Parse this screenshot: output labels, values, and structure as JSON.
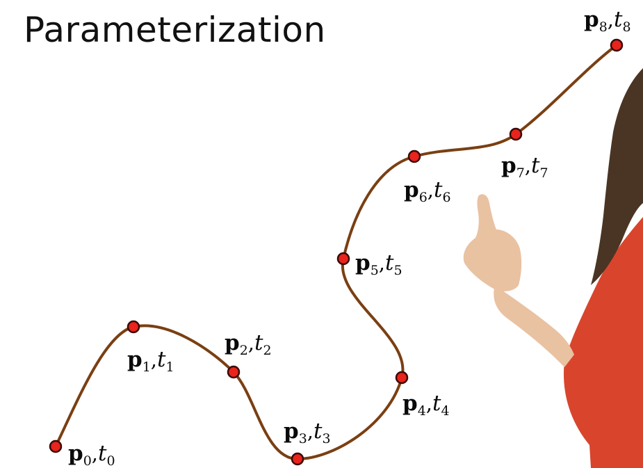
{
  "title": "Parameterization",
  "colors": {
    "curve": "#7a3f12",
    "point_fill": "#e8241c",
    "point_stroke": "#3a0a06",
    "text": "#111111",
    "shirt": "#d9452c",
    "hair": "#4a3524",
    "skin": "#e9c2a2"
  },
  "points": [
    {
      "id": "p0",
      "symbol": "p",
      "index": "0",
      "comma": ",",
      "param": "t"
    },
    {
      "id": "p1",
      "symbol": "p",
      "index": "1",
      "comma": ",",
      "param": "t"
    },
    {
      "id": "p2",
      "symbol": "p",
      "index": "2",
      "comma": ",",
      "param": "t"
    },
    {
      "id": "p3",
      "symbol": "p",
      "index": "3",
      "comma": ",",
      "param": "t"
    },
    {
      "id": "p4",
      "symbol": "p",
      "index": "4",
      "comma": ",",
      "param": "t"
    },
    {
      "id": "p5",
      "symbol": "p",
      "index": "5",
      "comma": ",",
      "param": "t"
    },
    {
      "id": "p6",
      "symbol": "p",
      "index": "6",
      "comma": ",",
      "param": "t"
    },
    {
      "id": "p7",
      "symbol": "p",
      "index": "7",
      "comma": ",",
      "param": "t"
    },
    {
      "id": "p8",
      "symbol": "p",
      "index": "8",
      "comma": ",",
      "param": "t"
    }
  ]
}
